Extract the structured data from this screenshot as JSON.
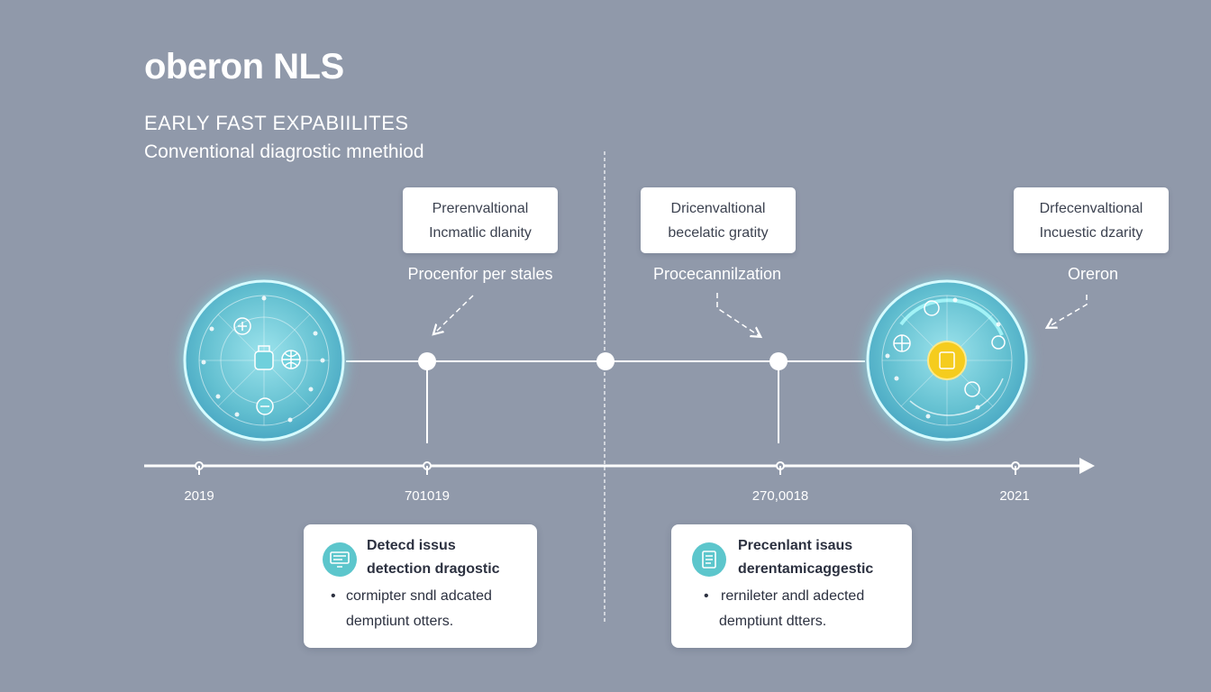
{
  "header": {
    "brand": "oberon NLS",
    "subtitle": "EARLY FAST EXPABIILITES",
    "caption": "Conventional diagrostic mnethiod"
  },
  "cards": [
    {
      "line1": "Prerenvaltional",
      "line2": "Incmatlic dlanity"
    },
    {
      "line1": "Dricenvaltional",
      "line2": "becelatic gratity"
    },
    {
      "line1": "Drfecenvaltional",
      "line2": "Incuestic dzarity"
    }
  ],
  "notes": [
    "Procenfor per stales",
    "Procecannilzation",
    "Oreron"
  ],
  "years": [
    "2019",
    "701019",
    "270,0018",
    "2021"
  ],
  "info_boxes": [
    {
      "title1": "Detecd issus",
      "title2": "detection dragostic",
      "bullet": "•",
      "body1": "cormipter sndl adcated",
      "body2": "demptiunt otters.",
      "icon": "monitor-icon"
    },
    {
      "title1": "Precenlant isaus",
      "title2": "derentamicaggestic",
      "bullet": "•",
      "body1": "rernileter andl adected",
      "body2": "demptiunt dtters.",
      "icon": "document-icon"
    }
  ],
  "colors": {
    "background": "#9099aa",
    "accent": "#5cc6cc",
    "glow": "#7fe6ee",
    "highlight": "#f5cc1e"
  }
}
